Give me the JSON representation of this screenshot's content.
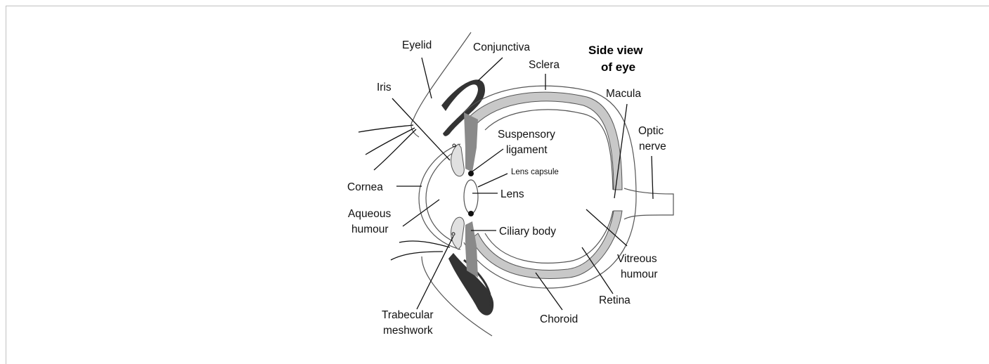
{
  "title": {
    "line1": "Side view",
    "line2": "of eye"
  },
  "labels": {
    "eyelid": "Eyelid",
    "conjunctiva": "Conjunctiva",
    "sclera": "Sclera",
    "iris": "Iris",
    "macula": "Macula",
    "optic_nerve_1": "Optic",
    "optic_nerve_2": "nerve",
    "suspensory_1": "Suspensory",
    "suspensory_2": "ligament",
    "lens_capsule": "Lens capsule",
    "cornea": "Cornea",
    "lens": "Lens",
    "aqueous_1": "Aqueous",
    "aqueous_2": "humour",
    "ciliary_body": "Ciliary body",
    "vitreous_1": "Vitreous",
    "vitreous_2": "humour",
    "trabecular_1": "Trabecular",
    "trabecular_2": "meshwork",
    "retina": "Retina",
    "choroid": "Choroid"
  },
  "colors": {
    "choroid_band": "#c8c8c8",
    "ciliary_body": "#8a8a8a",
    "conjunctiva": "#333333",
    "outline": "#555555"
  }
}
